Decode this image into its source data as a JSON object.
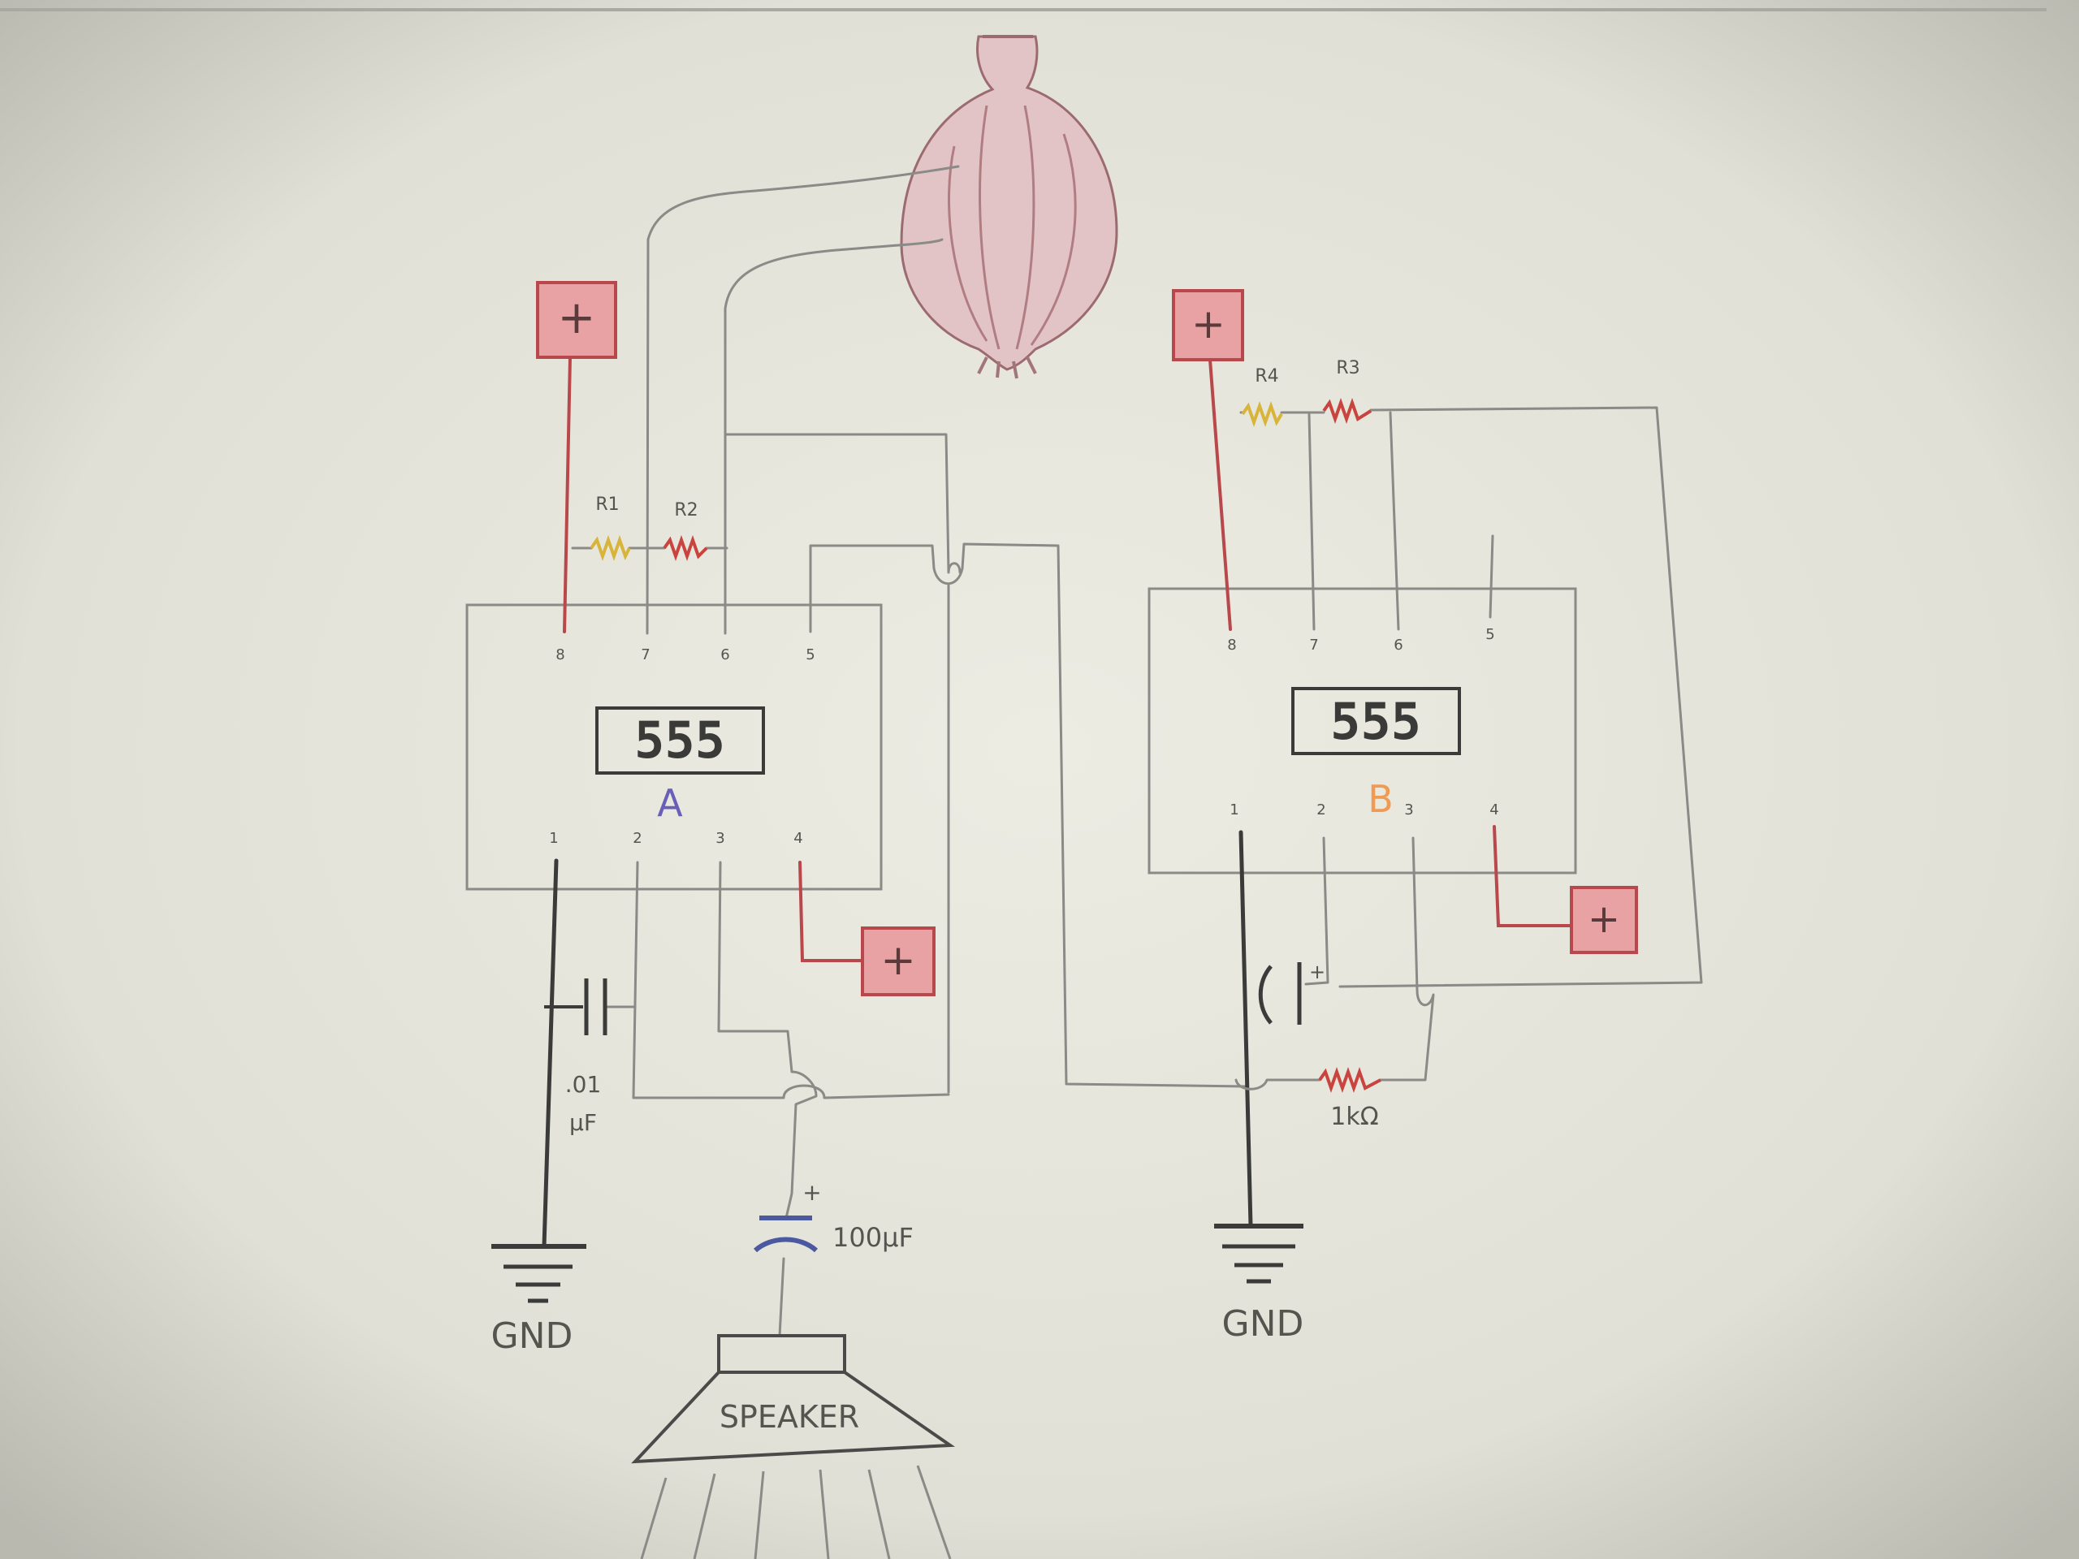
{
  "chips": [
    {
      "title": "555",
      "label": "A",
      "label_color": "#6a5fb8",
      "pins_top": [
        "8",
        "7",
        "6",
        "5"
      ],
      "pins_bottom": [
        "1",
        "2",
        "3",
        "4"
      ]
    },
    {
      "title": "555",
      "label": "B",
      "label_color": "#f09a54",
      "pins_top": [
        "8",
        "7",
        "6",
        "5"
      ],
      "pins_bottom": [
        "1",
        "2",
        "3",
        "4"
      ]
    }
  ],
  "resistors": [
    "R1",
    "R2",
    "R4",
    "R3",
    "1kΩ"
  ],
  "power_symbol": "+",
  "capacitors": {
    "small_value": ".01",
    "small_unit": "μF",
    "large": "100μF",
    "polarity": "+"
  },
  "ground_label": "GND",
  "speaker_label": "SPEAKER",
  "colors": {
    "paper": "#e6e6dc",
    "power": "#e9a2a3",
    "power_border": "#b8484c",
    "wire": "#8a8a86",
    "resistor_yellow": "#d8b43a",
    "resistor_red": "#c9443e",
    "capacitor_blue": "#4b5aa0",
    "onion": "#c98b94"
  },
  "icons": [
    "onion-icon",
    "speaker-icon",
    "ground-icon",
    "battery-plus-icon",
    "resistor-icon",
    "capacitor-icon"
  ]
}
